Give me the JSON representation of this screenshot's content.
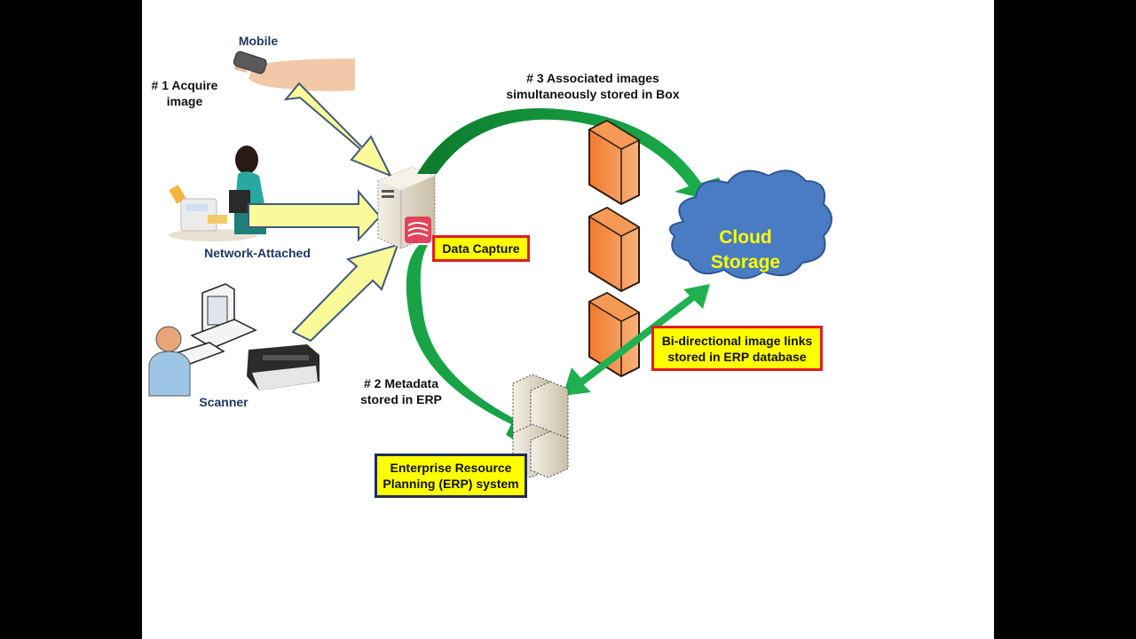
{
  "labels": {
    "mobile": "Mobile",
    "network_attached": "Network-Attached",
    "scanner": "Scanner",
    "step1_line1": "# 1 Acquire",
    "step1_line2": "image",
    "step2_line1": "# 2 Metadata",
    "step2_line2": "stored in ERP",
    "step3_line1": "# 3 Associated images",
    "step3_line2": "simultaneously stored in Box"
  },
  "boxes": {
    "data_capture": "Data Capture",
    "erp_line1": "Enterprise Resource",
    "erp_line2": "Planning (ERP) system",
    "bidir_line1": "Bi-directional image links",
    "bidir_line2": "stored in ERP database"
  },
  "cloud": {
    "line1": "Cloud",
    "line2": "Storage"
  },
  "colors": {
    "yellow_arrow": "#fafa9a",
    "arrow_outline": "#3f5a78",
    "green": "#19a84a",
    "dark_green": "#0d7a2c",
    "cloud_fill": "#4a7cc4",
    "cloud_stroke": "#2f5597",
    "box_yellow": "#ffff00",
    "box_red_border": "#e31b23",
    "box_navy_border": "#1f2d5a",
    "firewall": "#f08a3c",
    "label_blue": "#1f3864"
  },
  "icons": [
    "mobile-phone-hand-icon",
    "network-attached-scanner-user-icon",
    "desktop-computer-icon",
    "user-person-icon",
    "document-scanner-icon",
    "capture-server-icon",
    "firewall-icon",
    "cloud-icon",
    "erp-server-cluster-icon"
  ]
}
